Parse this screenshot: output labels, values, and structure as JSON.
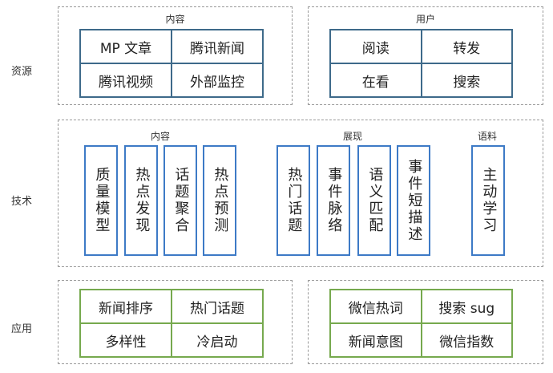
{
  "row_labels": {
    "resources": "资源",
    "tech": "技术",
    "apps": "应用"
  },
  "resources": {
    "content": {
      "title": "内容",
      "cells": [
        "MP 文章",
        "腾讯新闻",
        "腾讯视频",
        "外部监控"
      ]
    },
    "user": {
      "title": "用户",
      "cells": [
        "阅读",
        "转发",
        "在看",
        "搜索"
      ]
    }
  },
  "tech": {
    "content": {
      "title": "内容",
      "items": [
        "质量模型",
        "热点发现",
        "话题聚合",
        "热点预测"
      ]
    },
    "display": {
      "title": "展现",
      "items": [
        "热门话题",
        "事件脉络",
        "语义匹配",
        "事件短描述"
      ]
    },
    "corpus": {
      "title": "语料",
      "items": [
        "主动学习"
      ]
    }
  },
  "apps": {
    "left": {
      "cells": [
        "新闻排序",
        "热门话题",
        "多样性",
        "冷启动"
      ]
    },
    "right": {
      "cells": [
        "微信热词",
        "搜索 sug",
        "新闻意图",
        "微信指数"
      ]
    }
  },
  "colors": {
    "resource_border": "#3e6a8a",
    "tech_border": "#3d7ac6",
    "app_border": "#76a94e",
    "panel_dash": "#9a9a9a"
  }
}
